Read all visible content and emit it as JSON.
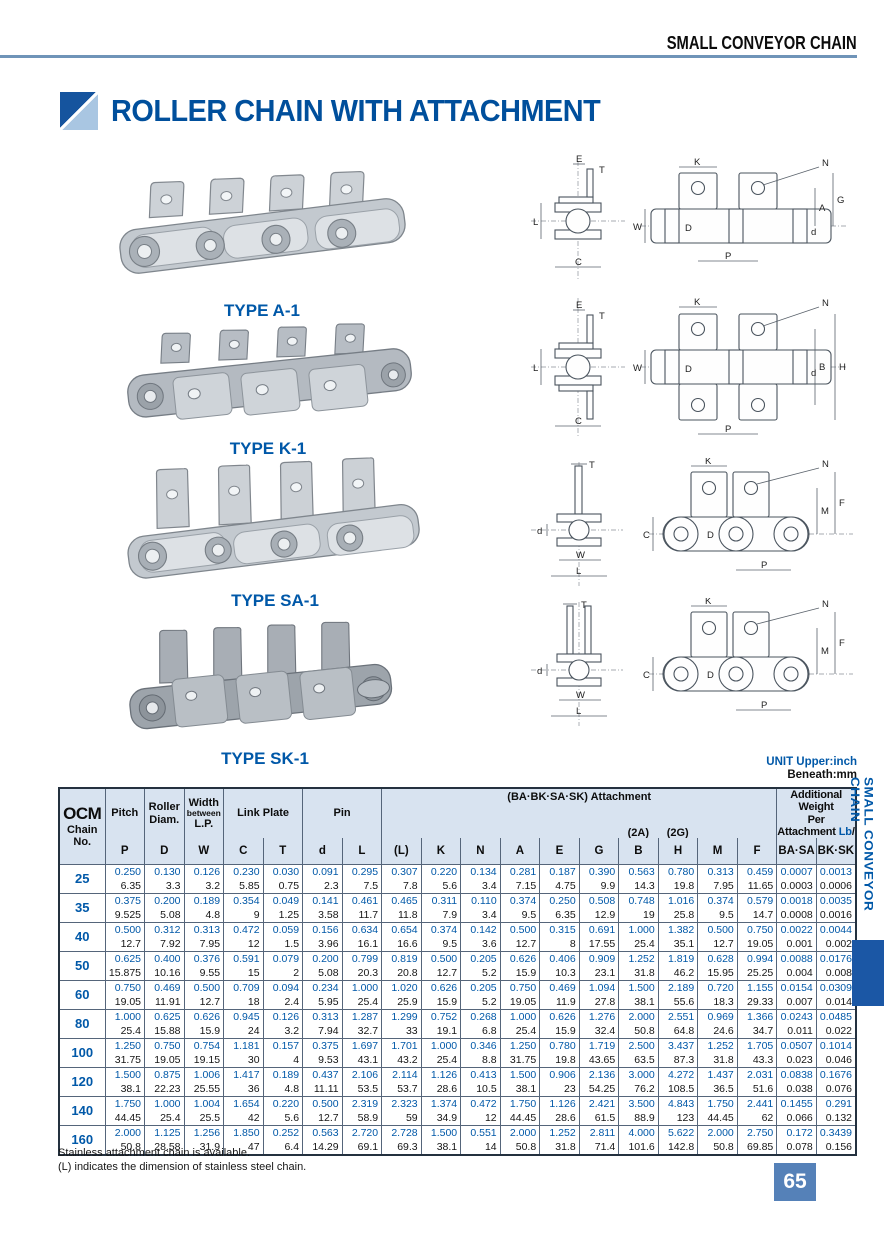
{
  "page": {
    "header_label": "SMALL CONVEYOR CHAIN",
    "title": "ROLLER CHAIN WITH ATTACHMENT",
    "unit_note_line1": "UNIT Upper:inch",
    "unit_note_line2": "Beneath:mm",
    "footnote1": "Stainless attachment chain is available.",
    "footnote2": "(L) indicates the dimension of stainless steel chain.",
    "sidebar_label": "SMALL CONVEYOR CHAIN",
    "page_number": "65"
  },
  "colors": {
    "accent_blue": "#0058a8",
    "title_blue": "#004f9c",
    "table_header_bg": "#d8e3f0",
    "rule_blue": "#6f94b8",
    "sidebar_tab_blue": "#1b57a5",
    "page_badge_blue": "#5581b8"
  },
  "products": [
    {
      "label": "TYPE A-1"
    },
    {
      "label": "TYPE K-1"
    },
    {
      "label": "TYPE SA-1"
    },
    {
      "label": "TYPE SK-1"
    }
  ],
  "drawings": [
    {
      "labels": [
        "E",
        "T",
        "L",
        "C",
        "K",
        "N",
        "A",
        "G",
        "W",
        "D",
        "d",
        "P"
      ]
    },
    {
      "labels": [
        "E",
        "T",
        "L",
        "C",
        "K",
        "N",
        "B",
        "H",
        "W",
        "D",
        "d",
        "P"
      ]
    },
    {
      "labels": [
        "T",
        "d",
        "W",
        "L",
        "K",
        "N",
        "M",
        "F",
        "C",
        "P",
        "D"
      ]
    },
    {
      "labels": [
        "T",
        "d",
        "W",
        "L",
        "K",
        "N",
        "M",
        "F",
        "C",
        "P",
        "D"
      ]
    }
  ],
  "table": {
    "logo": "OCM",
    "chain_label_1": "Chain",
    "chain_label_2": "No.",
    "group_pitch": "Pitch",
    "group_roller_1": "Roller",
    "group_roller_2": "Diam.",
    "group_width_1": "Width",
    "group_width_2": "between",
    "group_width_3": "L.P.",
    "group_link_plate": "Link Plate",
    "group_pin": "Pin",
    "group_attachment": "(BA·BK·SA·SK) Attachment",
    "attachment_2a": "(2A)",
    "attachment_2g": "(2G)",
    "weight_line1": "Additional Weight",
    "weight_line2": "Per",
    "weight_line3_prefix": "Attachment",
    "weight_unit_lb": "Lb",
    "weight_unit_suffix": "/kg",
    "columns": [
      "P",
      "D",
      "W",
      "C",
      "T",
      "d",
      "L",
      "(L)",
      "K",
      "N",
      "A",
      "E",
      "G",
      "B",
      "H",
      "M",
      "F",
      "BA·SA",
      "BK·SK"
    ],
    "rows": [
      {
        "chain_no": "25",
        "inch": [
          "0.250",
          "0.130",
          "0.126",
          "0.230",
          "0.030",
          "0.091",
          "0.295",
          "0.307",
          "0.220",
          "0.134",
          "0.281",
          "0.187",
          "0.390",
          "0.563",
          "0.780",
          "0.313",
          "0.459",
          "0.0007",
          "0.0013"
        ],
        "mm": [
          "6.35",
          "3.3",
          "3.2",
          "5.85",
          "0.75",
          "2.3",
          "7.5",
          "7.8",
          "5.6",
          "3.4",
          "7.15",
          "4.75",
          "9.9",
          "14.3",
          "19.8",
          "7.95",
          "11.65",
          "0.0003",
          "0.0006"
        ]
      },
      {
        "chain_no": "35",
        "inch": [
          "0.375",
          "0.200",
          "0.189",
          "0.354",
          "0.049",
          "0.141",
          "0.461",
          "0.465",
          "0.311",
          "0.110",
          "0.374",
          "0.250",
          "0.508",
          "0.748",
          "1.016",
          "0.374",
          "0.579",
          "0.0018",
          "0.0035"
        ],
        "mm": [
          "9.525",
          "5.08",
          "4.8",
          "9",
          "1.25",
          "3.58",
          "11.7",
          "11.8",
          "7.9",
          "3.4",
          "9.5",
          "6.35",
          "12.9",
          "19",
          "25.8",
          "9.5",
          "14.7",
          "0.0008",
          "0.0016"
        ]
      },
      {
        "chain_no": "40",
        "inch": [
          "0.500",
          "0.312",
          "0.313",
          "0.472",
          "0.059",
          "0.156",
          "0.634",
          "0.654",
          "0.374",
          "0.142",
          "0.500",
          "0.315",
          "0.691",
          "1.000",
          "1.382",
          "0.500",
          "0.750",
          "0.0022",
          "0.0044"
        ],
        "mm": [
          "12.7",
          "7.92",
          "7.95",
          "12",
          "1.5",
          "3.96",
          "16.1",
          "16.6",
          "9.5",
          "3.6",
          "12.7",
          "8",
          "17.55",
          "25.4",
          "35.1",
          "12.7",
          "19.05",
          "0.001",
          "0.002"
        ]
      },
      {
        "chain_no": "50",
        "inch": [
          "0.625",
          "0.400",
          "0.376",
          "0.591",
          "0.079",
          "0.200",
          "0.799",
          "0.819",
          "0.500",
          "0.205",
          "0.626",
          "0.406",
          "0.909",
          "1.252",
          "1.819",
          "0.628",
          "0.994",
          "0.0088",
          "0.0176"
        ],
        "mm": [
          "15.875",
          "10.16",
          "9.55",
          "15",
          "2",
          "5.08",
          "20.3",
          "20.8",
          "12.7",
          "5.2",
          "15.9",
          "10.3",
          "23.1",
          "31.8",
          "46.2",
          "15.95",
          "25.25",
          "0.004",
          "0.008"
        ]
      },
      {
        "chain_no": "60",
        "inch": [
          "0.750",
          "0.469",
          "0.500",
          "0.709",
          "0.094",
          "0.234",
          "1.000",
          "1.020",
          "0.626",
          "0.205",
          "0.750",
          "0.469",
          "1.094",
          "1.500",
          "2.189",
          "0.720",
          "1.155",
          "0.0154",
          "0.0309"
        ],
        "mm": [
          "19.05",
          "11.91",
          "12.7",
          "18",
          "2.4",
          "5.95",
          "25.4",
          "25.9",
          "15.9",
          "5.2",
          "19.05",
          "11.9",
          "27.8",
          "38.1",
          "55.6",
          "18.3",
          "29.33",
          "0.007",
          "0.014"
        ]
      },
      {
        "chain_no": "80",
        "inch": [
          "1.000",
          "0.625",
          "0.626",
          "0.945",
          "0.126",
          "0.313",
          "1.287",
          "1.299",
          "0.752",
          "0.268",
          "1.000",
          "0.626",
          "1.276",
          "2.000",
          "2.551",
          "0.969",
          "1.366",
          "0.0243",
          "0.0485"
        ],
        "mm": [
          "25.4",
          "15.88",
          "15.9",
          "24",
          "3.2",
          "7.94",
          "32.7",
          "33",
          "19.1",
          "6.8",
          "25.4",
          "15.9",
          "32.4",
          "50.8",
          "64.8",
          "24.6",
          "34.7",
          "0.011",
          "0.022"
        ]
      },
      {
        "chain_no": "100",
        "inch": [
          "1.250",
          "0.750",
          "0.754",
          "1.181",
          "0.157",
          "0.375",
          "1.697",
          "1.701",
          "1.000",
          "0.346",
          "1.250",
          "0.780",
          "1.719",
          "2.500",
          "3.437",
          "1.252",
          "1.705",
          "0.0507",
          "0.1014"
        ],
        "mm": [
          "31.75",
          "19.05",
          "19.15",
          "30",
          "4",
          "9.53",
          "43.1",
          "43.2",
          "25.4",
          "8.8",
          "31.75",
          "19.8",
          "43.65",
          "63.5",
          "87.3",
          "31.8",
          "43.3",
          "0.023",
          "0.046"
        ]
      },
      {
        "chain_no": "120",
        "inch": [
          "1.500",
          "0.875",
          "1.006",
          "1.417",
          "0.189",
          "0.437",
          "2.106",
          "2.114",
          "1.126",
          "0.413",
          "1.500",
          "0.906",
          "2.136",
          "3.000",
          "4.272",
          "1.437",
          "2.031",
          "0.0838",
          "0.1676"
        ],
        "mm": [
          "38.1",
          "22.23",
          "25.55",
          "36",
          "4.8",
          "11.11",
          "53.5",
          "53.7",
          "28.6",
          "10.5",
          "38.1",
          "23",
          "54.25",
          "76.2",
          "108.5",
          "36.5",
          "51.6",
          "0.038",
          "0.076"
        ]
      },
      {
        "chain_no": "140",
        "inch": [
          "1.750",
          "1.000",
          "1.004",
          "1.654",
          "0.220",
          "0.500",
          "2.319",
          "2.323",
          "1.374",
          "0.472",
          "1.750",
          "1.126",
          "2.421",
          "3.500",
          "4.843",
          "1.750",
          "2.441",
          "0.1455",
          "0.291"
        ],
        "mm": [
          "44.45",
          "25.4",
          "25.5",
          "42",
          "5.6",
          "12.7",
          "58.9",
          "59",
          "34.9",
          "12",
          "44.45",
          "28.6",
          "61.5",
          "88.9",
          "123",
          "44.45",
          "62",
          "0.066",
          "0.132"
        ]
      },
      {
        "chain_no": "160",
        "inch": [
          "2.000",
          "1.125",
          "1.256",
          "1.850",
          "0.252",
          "0.563",
          "2.720",
          "2.728",
          "1.500",
          "0.551",
          "2.000",
          "1.252",
          "2.811",
          "4.000",
          "5.622",
          "2.000",
          "2.750",
          "0.172",
          "0.3439"
        ],
        "mm": [
          "50.8",
          "28.58",
          "31.9",
          "47",
          "6.4",
          "14.29",
          "69.1",
          "69.3",
          "38.1",
          "14",
          "50.8",
          "31.8",
          "71.4",
          "101.6",
          "142.8",
          "50.8",
          "69.85",
          "0.078",
          "0.156"
        ]
      }
    ]
  }
}
